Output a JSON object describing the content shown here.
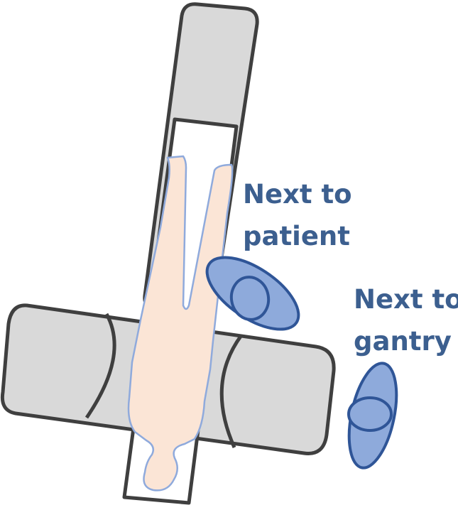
{
  "labels": {
    "patient_position": [
      "Next to",
      "patient"
    ],
    "gantry_position": [
      "Next to",
      "gantry"
    ]
  },
  "colors": {
    "outline": "#3f3f3f",
    "equipment_fill": "#d9d9d9",
    "table_fill": "#ffffff",
    "patient_fill": "#fbe5d6",
    "patient_outline": "#8faadc",
    "operator_fill": "#8eaadb",
    "operator_outline": "#2f5597",
    "label_color": "#3c5f8f"
  }
}
